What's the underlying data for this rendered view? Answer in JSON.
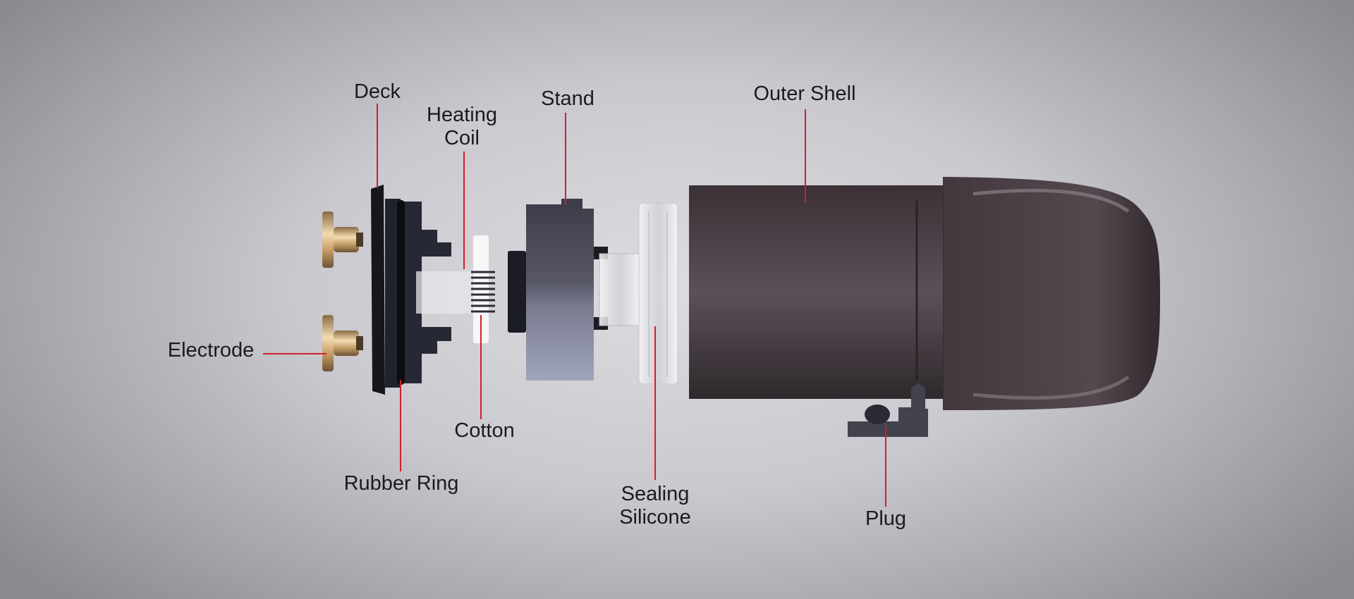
{
  "title": "Exploded view of pod components",
  "labels": {
    "deck": "Deck",
    "heating_coil_1": "Heating",
    "heating_coil_2": "Coil",
    "stand": "Stand",
    "outer_shell": "Outer Shell",
    "electrode": "Electrode",
    "cotton": "Cotton",
    "rubber_ring": "Rubber Ring",
    "sealing_silicone_1": "Sealing",
    "sealing_silicone_2": "Silicone",
    "plug": "Plug"
  },
  "colors": {
    "leader_line": "#d0202a",
    "shell": "#4a4048",
    "stand": "#5f5f6e",
    "deck": "#262933",
    "electrode": "#c9a06a"
  }
}
